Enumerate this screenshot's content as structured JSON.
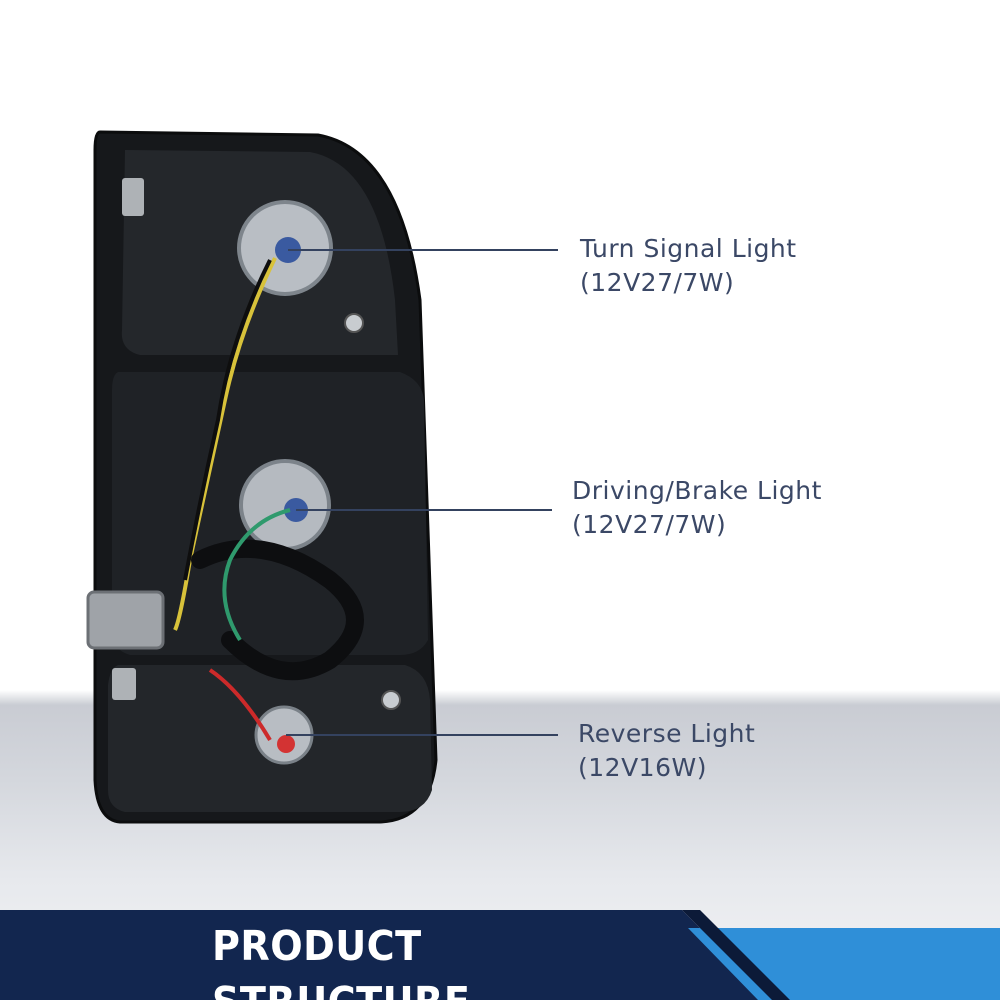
{
  "callouts": [
    {
      "label": "Turn Signal Light",
      "spec": "(12V27/7W)"
    },
    {
      "label": "Driving/Brake Light",
      "spec": "(12V27/7W)"
    },
    {
      "label": "Reverse Light",
      "spec": "(12V16W)"
    }
  ],
  "banner": {
    "title": "PRODUCT STRUCTURE"
  },
  "colors": {
    "callout_text": "#3b4866",
    "leader_line": "#34425f",
    "banner_dark": "#12264f",
    "banner_accent": "#2f8fd8"
  },
  "product": {
    "image": "tail-light-rear-housing"
  }
}
